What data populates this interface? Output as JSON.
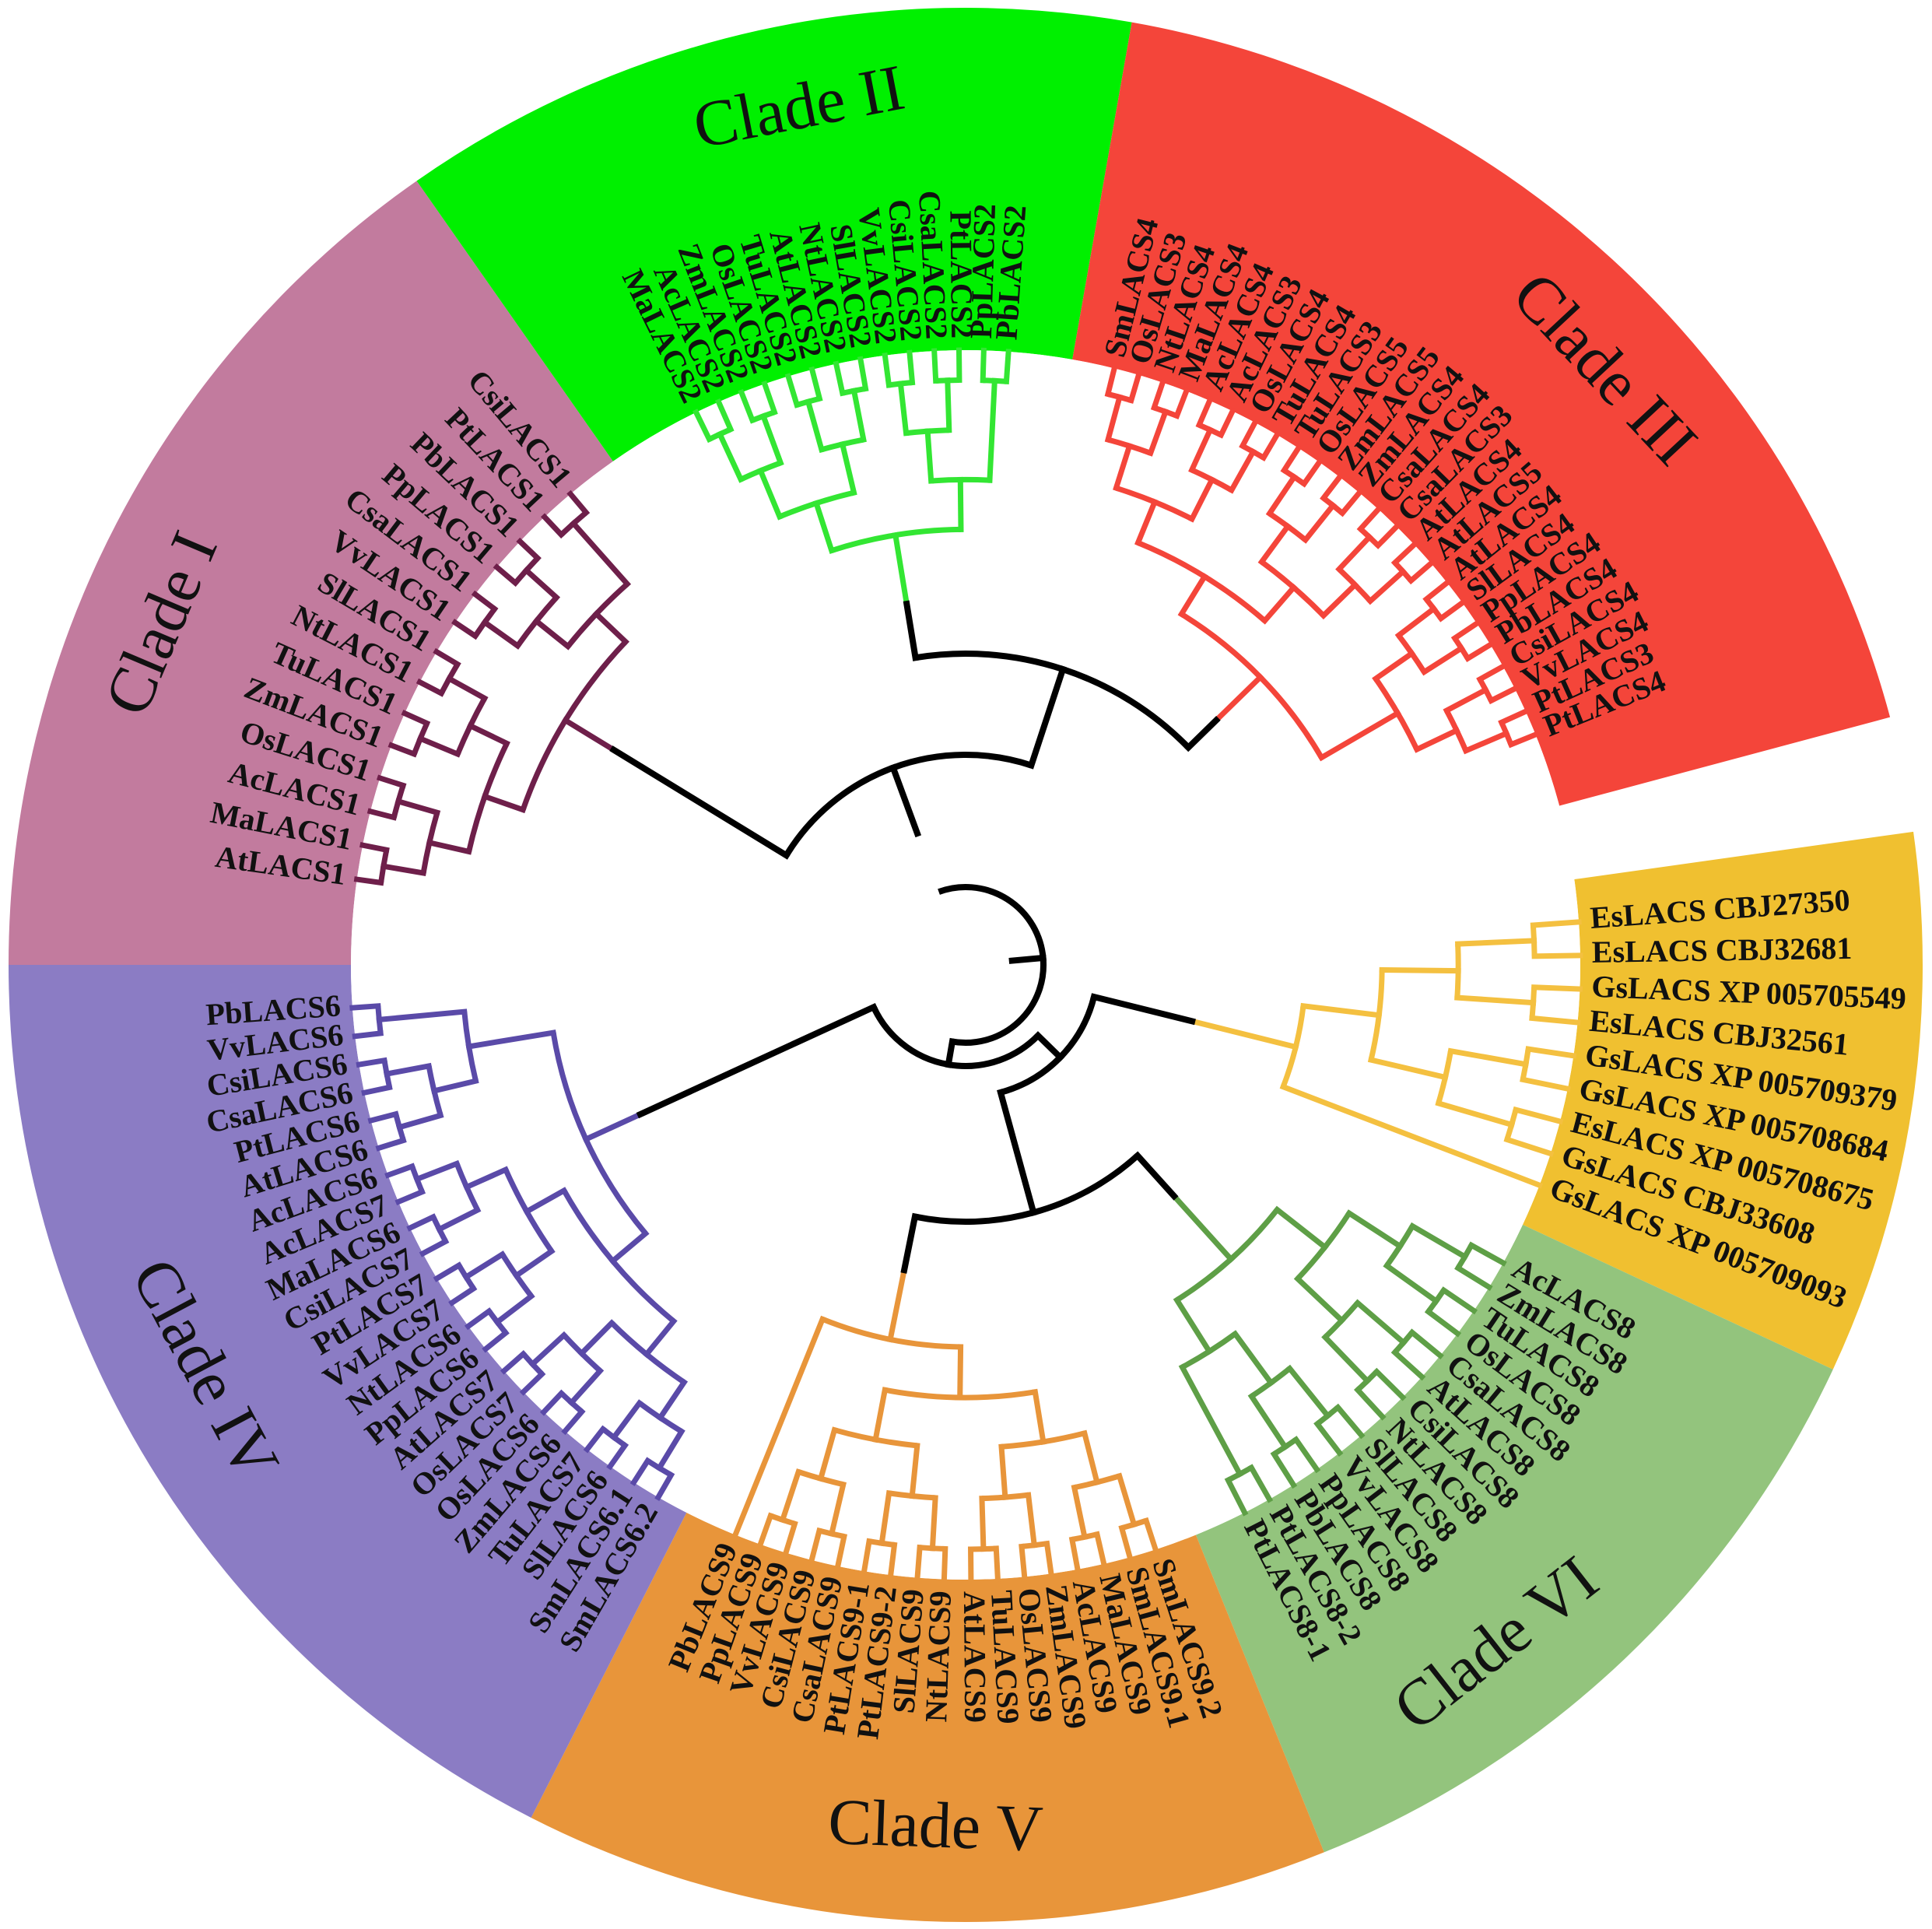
{
  "tree": {
    "trunk_color": "#000000",
    "clades": [
      {
        "name": "Clade I",
        "background": "#c27b9e",
        "branch_color": "#6e1f4a",
        "leaves": [
          "AtLACS1",
          "MaLACS1",
          "AcLACS1",
          "OsLACS1",
          "ZmLACS1",
          "TuLACS1",
          "NtLACS1",
          "SlLACS1",
          "VvLACS1",
          "CsaLACS1",
          "PpLACS1",
          "PbLACS1",
          "PtLACS1",
          "CsiLACS1"
        ]
      },
      {
        "name": "Clade II",
        "background": "#00f000",
        "branch_color": "#33e633",
        "leaves": [
          "MaLACS2",
          "AcLACS2",
          "ZmLACS2",
          "OsLACS2",
          "TuLACS2",
          "AtLACS2",
          "NtLACS2",
          "SlLACS2",
          "VvLACS2",
          "CsiLACS2",
          "CsaLACS2",
          "PtLACS2",
          "PpLACS2",
          "PbLACS2"
        ]
      },
      {
        "name": "Clade III",
        "background": "#f4453a",
        "branch_color": "#f4453a",
        "leaves": [
          "SmLACS4",
          "OsLACS3",
          "NtLACS4",
          "MaLACS4",
          "AcLACS4",
          "AcLACS3",
          "OsLACS4",
          "TuLACS4",
          "TuLACS3",
          "OsLACS5",
          "ZmLACS5",
          "ZmLACS4",
          "CsaLACS4",
          "CsaLACS3",
          "AtLACS4",
          "AtLACS5",
          "AtLACS4",
          "SlLACS4",
          "PpLACS4",
          "PbLACS4",
          "CsiLACS4",
          "VvLACS4",
          "PtLACS3",
          "PtLACS4"
        ]
      },
      {
        "name": "",
        "background": "#f0c030",
        "branch_color": "#f4c040",
        "leaves": [
          "EsLACS CBJ27350",
          "EsLACS CBJ32681",
          "GsLACS XP 005705549",
          "EsLACS CBJ32561",
          "GsLACS XP 005709379",
          "GsLACS XP 005708684",
          "EsLACS XP 005708675",
          "GsLACS CBJ33608",
          "GsLACS XP 005709093"
        ]
      },
      {
        "name": "Clade VI",
        "background": "#93c47d",
        "branch_color": "#5e9f46",
        "leaves": [
          "AcLACS8",
          "ZmLACS8",
          "TuLACS8",
          "OsLACS8",
          "CsaLACS8",
          "AtLACS8",
          "CsiLACS8",
          "NtLACS8",
          "SlLACS8",
          "VvLACS8",
          "PpLACS8",
          "PbLACS8",
          "PtLACS8-2",
          "PtLACS8-1"
        ]
      },
      {
        "name": "Clade V",
        "background": "#e8953a",
        "branch_color": "#e8953a",
        "leaves": [
          "SmLACS9.2",
          "SmLACS9.1",
          "MaLACS9",
          "AcLACS9",
          "ZmLACS9",
          "OsLACS9",
          "TuLACS9",
          "AtLACS9",
          "NtLACS9",
          "SlLACS9",
          "PtLACS9-2",
          "PtLACS9-1",
          "CsaLACS9",
          "CsiLACS9",
          "VvLACS9",
          "PpLACS9",
          "PbLACS9"
        ]
      },
      {
        "name": "Clade IV",
        "background": "#8b7cc4",
        "branch_color": "#5a4aa8",
        "leaves": [
          "SmLACS6.2",
          "SmLACS6.1",
          "SlLACS6",
          "TuLACS7",
          "ZmLACS6",
          "OsLACS6",
          "OsLACS7",
          "AtLACS7",
          "PpLACS6",
          "NtLACS6",
          "VvLACS7",
          "PtLACS7",
          "CsiLACS7",
          "MaLACS6",
          "AcLACS7",
          "AcLACS6",
          "AtLACS6",
          "PtLACS6",
          "CsaLACS6",
          "CsiLACS6",
          "VvLACS6",
          "PbLACS6"
        ]
      }
    ]
  }
}
